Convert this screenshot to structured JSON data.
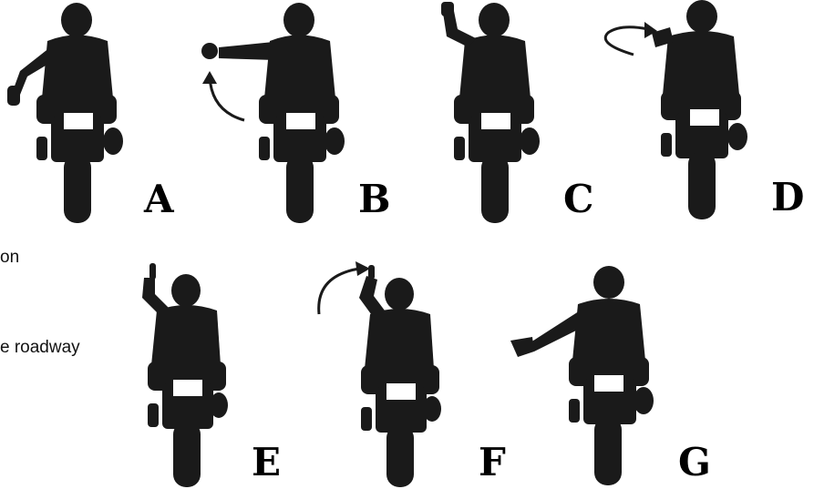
{
  "side_text": [
    "on",
    "e roadway"
  ],
  "figures": [
    {
      "letter": "A",
      "signal": "left-arm-extended-down"
    },
    {
      "letter": "B",
      "signal": "left-arm-horizontal-swing-up"
    },
    {
      "letter": "C",
      "signal": "left-arm-raised-palm"
    },
    {
      "letter": "D",
      "signal": "hand-over-head-arrow"
    },
    {
      "letter": "E",
      "signal": "index-finger-raised"
    },
    {
      "letter": "F",
      "signal": "index-finger-raised-arrow"
    },
    {
      "letter": "G",
      "signal": "left-arm-extended-down-open-hand"
    }
  ],
  "colors": {
    "ink": "#1a1a1a",
    "plate": "#ffffff",
    "background": "#ffffff"
  }
}
